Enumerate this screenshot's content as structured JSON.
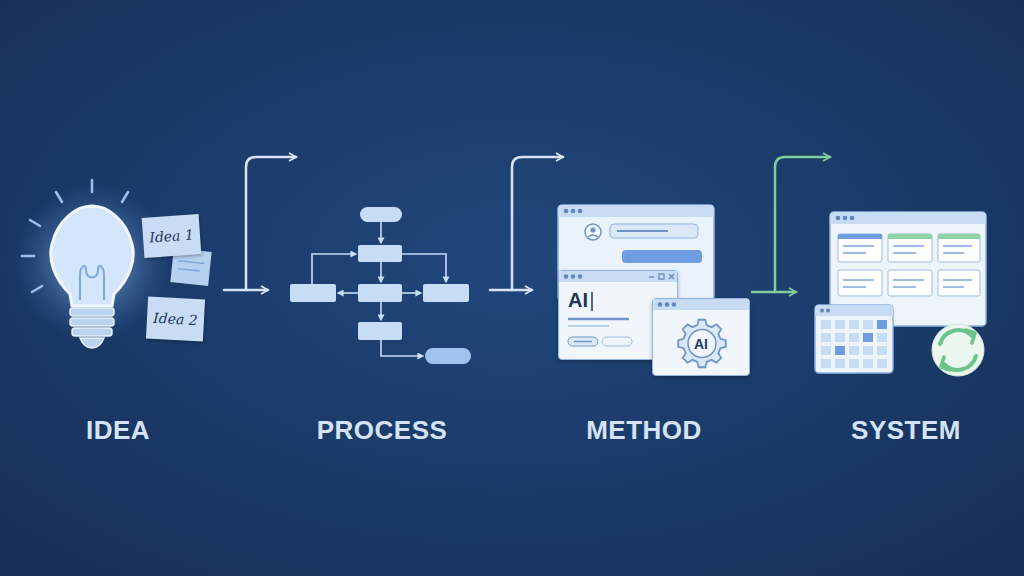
{
  "diagram": {
    "nodes": [
      {
        "text": [
          "Idea 1"
        ]
      },
      {
        "text": [
          "Idea 2"
        ]
      },
      {
        "text": [
          "AI"
        ]
      },
      {
        "text": [
          "AI"
        ]
      }
    ],
    "labels": [
      "IDEA",
      "PROCESS",
      "METHOD",
      "SYSTEM"
    ]
  }
}
